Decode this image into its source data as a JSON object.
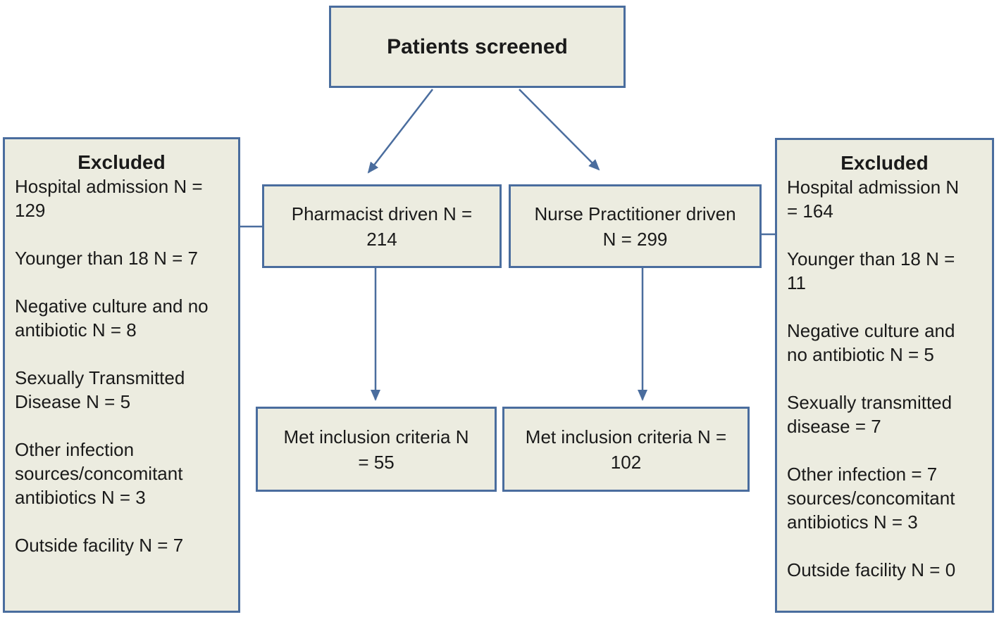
{
  "colors": {
    "box_fill": "#ECECE0",
    "box_border": "#4A6D9E",
    "arrow": "#4A6D9E",
    "text": "#1A1A1A",
    "background": "#FFFFFF"
  },
  "nodes": {
    "patients_screened": {
      "label": "Patients screened"
    },
    "pharmacist": {
      "label": "Pharmacist driven N =\n214"
    },
    "nurse": {
      "label": "Nurse Practitioner driven\nN = 299"
    },
    "met_pharmacist": {
      "label": "Met inclusion criteria N\n= 55"
    },
    "met_nurse": {
      "label": "Met inclusion criteria N =\n102"
    },
    "excluded_left": {
      "title": "Excluded",
      "items": [
        "Hospital admission N =\n129",
        "Younger than 18 N = 7",
        "Negative culture and no\nantibiotic N = 8",
        "Sexually Transmitted\nDisease N = 5",
        "Other infection\nsources/concomitant\nantibiotics N = 3",
        "Outside facility N = 7"
      ]
    },
    "excluded_right": {
      "title": "Excluded",
      "items": [
        "Hospital admission N\n= 164",
        "Younger than 18 N =\n11",
        "Negative culture and\nno antibiotic N = 5",
        "Sexually transmitted\ndisease = 7",
        "Other infection = 7\nsources/concomitant\nantibiotics N = 3",
        "Outside facility N = 0"
      ]
    }
  }
}
